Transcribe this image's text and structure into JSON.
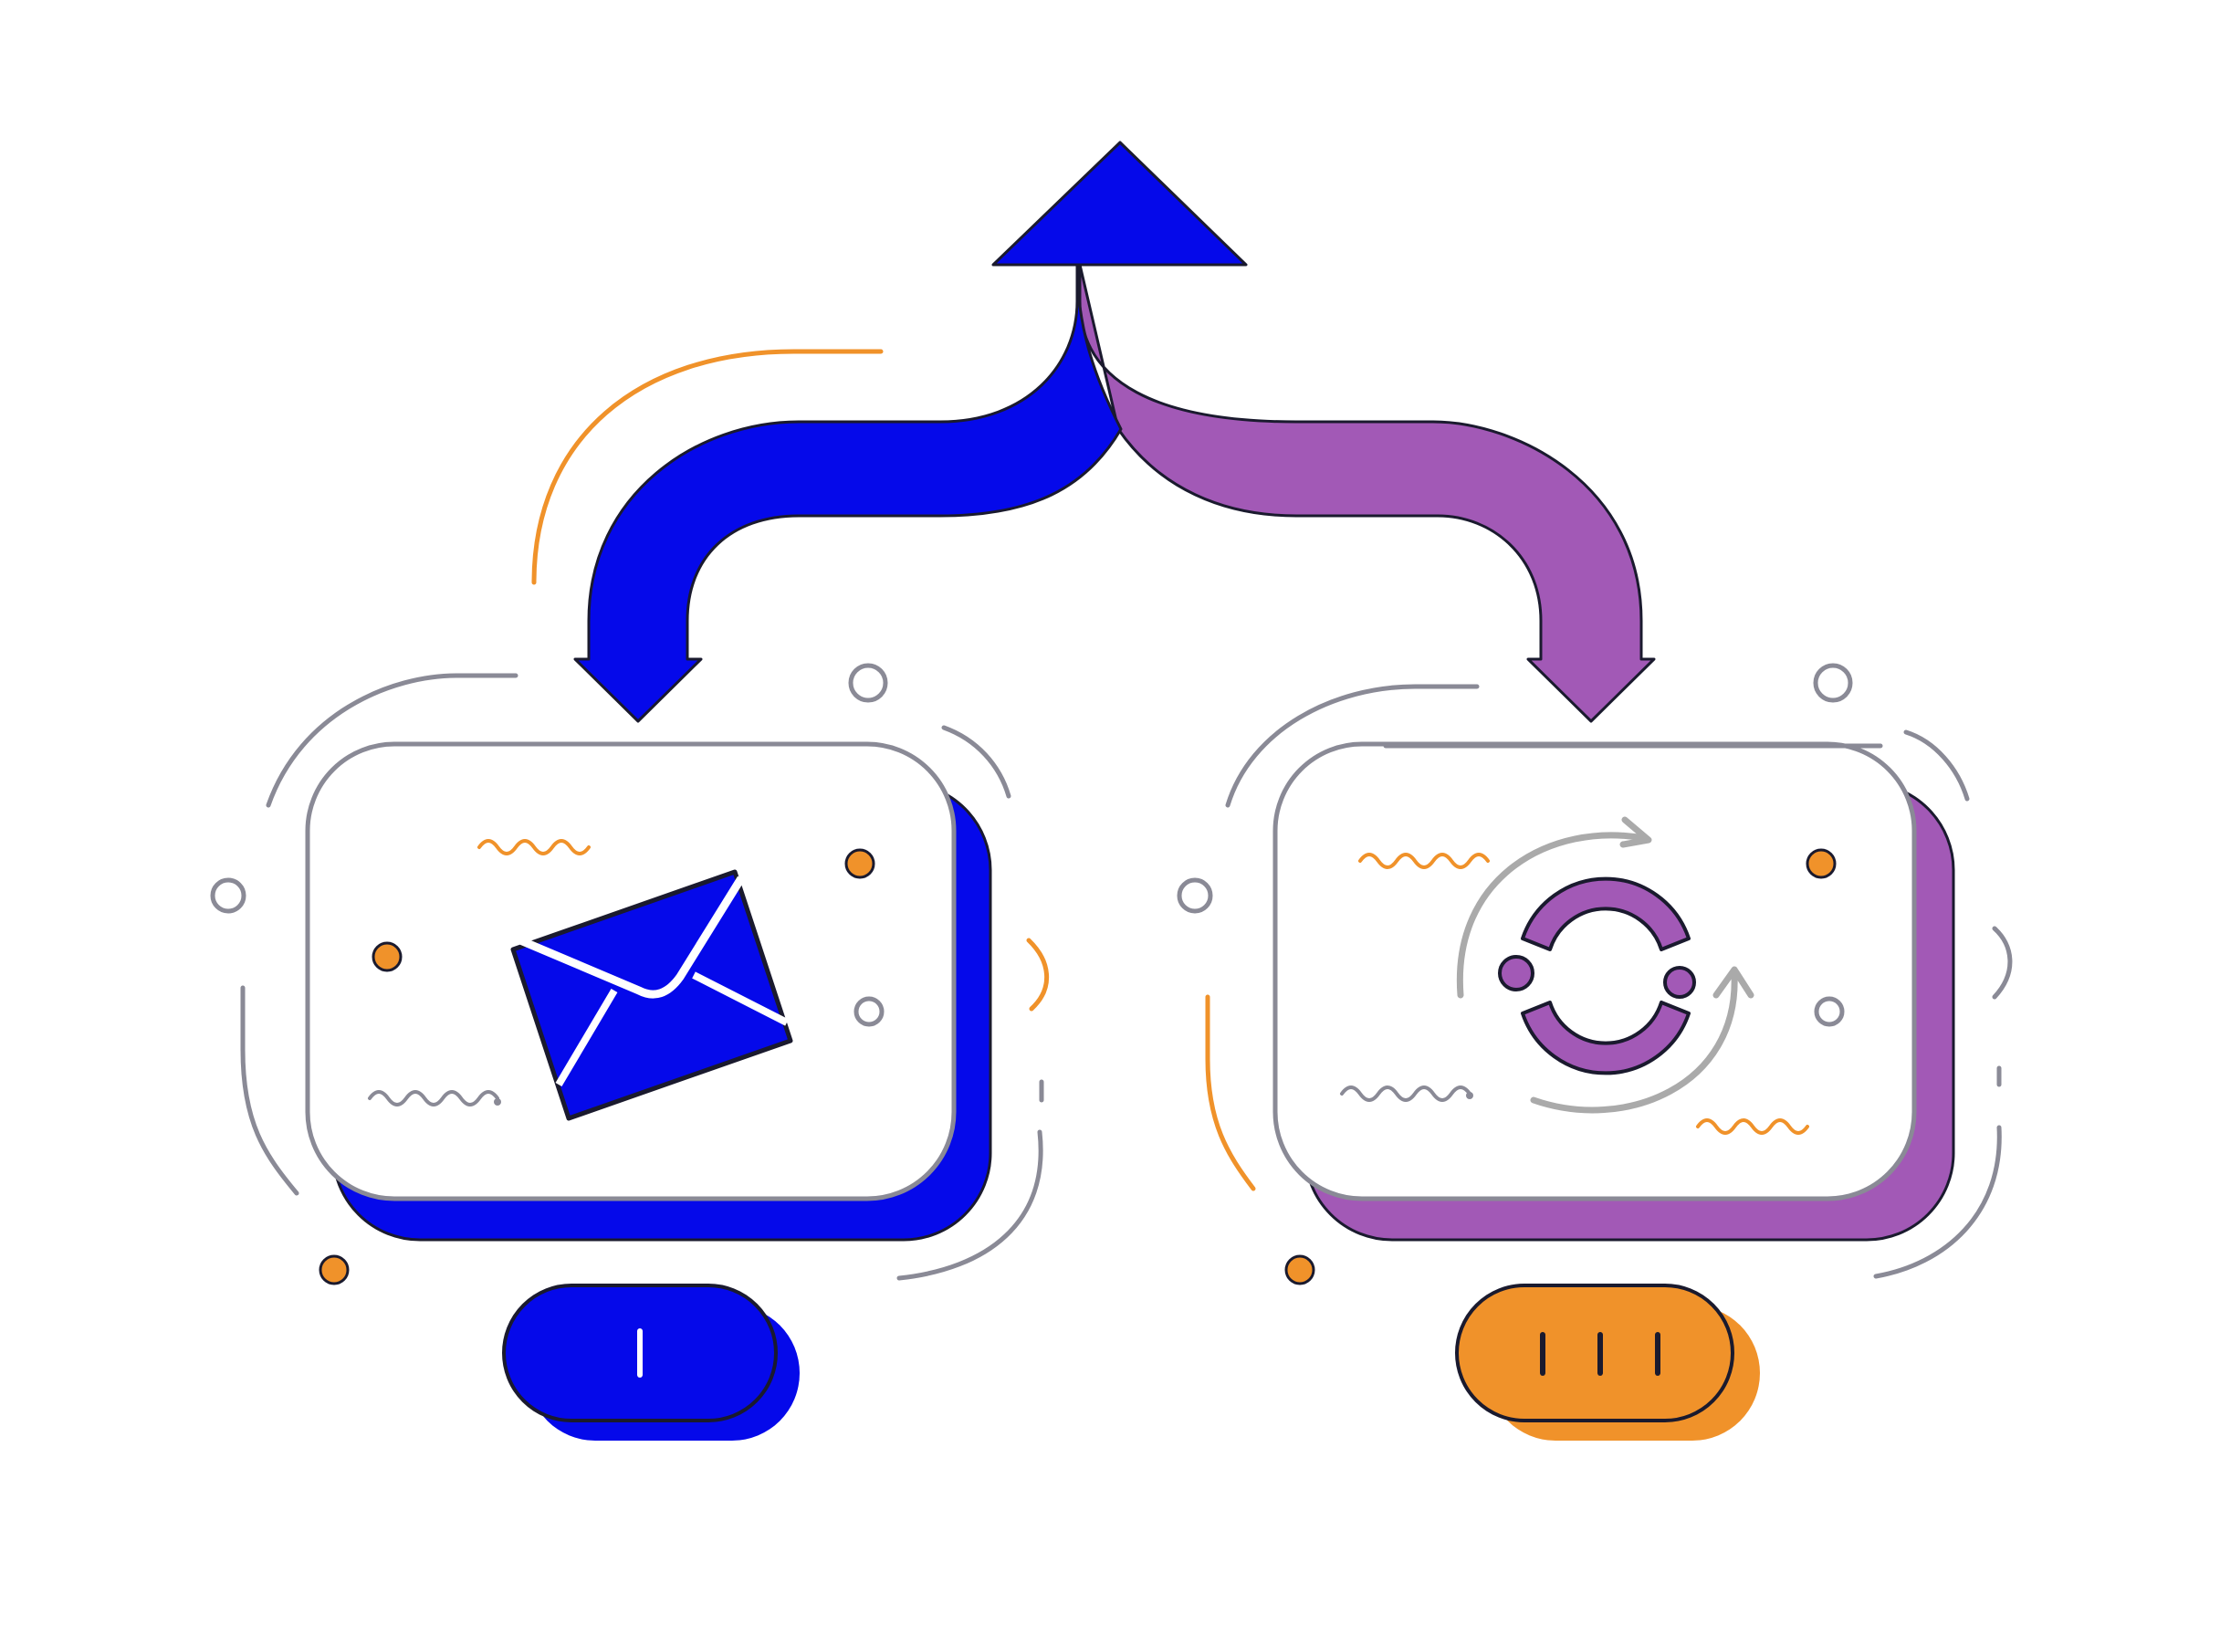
{
  "colors": {
    "background": "#ffffff",
    "blue": "#0509ea",
    "purple": "#a259b6",
    "orange": "#f0922a",
    "gray": "#8a8a96",
    "outline": "#1a1a2e"
  },
  "nodes": [
    {
      "icon": "envelope-icon",
      "accent": "#0509ea",
      "badge": {
        "marks": 1,
        "color": "#0509ea"
      }
    },
    {
      "icon": "refresh-cycle-icon",
      "accent": "#a259b6",
      "badge": {
        "marks": 3,
        "color": "#f0922a"
      }
    }
  ],
  "arrows": [
    {
      "name": "merge-up-arrow",
      "color": "#0509ea"
    },
    {
      "name": "branch-left-arrow",
      "color": "#0509ea"
    },
    {
      "name": "branch-right-arrow",
      "color": "#a259b6"
    }
  ]
}
